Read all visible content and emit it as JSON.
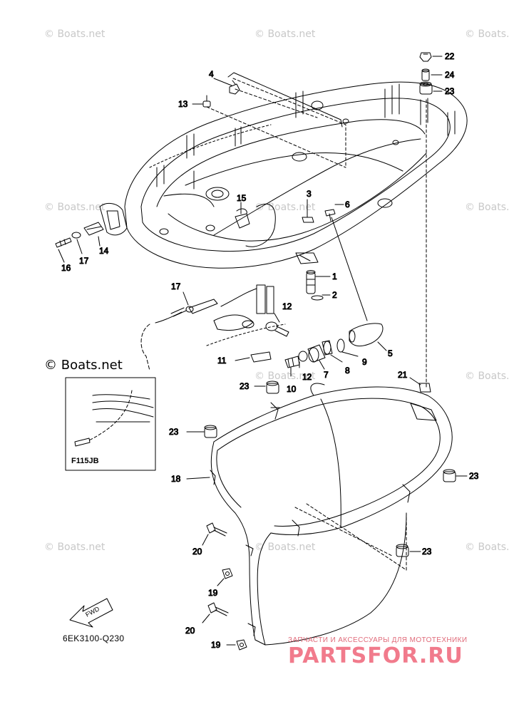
{
  "watermarks": {
    "site": "© Boats.net",
    "site_large": "© Boats.net"
  },
  "part_number": "6EK3100-Q230",
  "inset_label": "F115JB",
  "fwd_label": "FWD",
  "logo": {
    "tagline": "ЗАПЧАСТИ И АКСЕССУАРЫ ДЛЯ МОТОТЕХНИКИ",
    "name": "PARTSFOR.RU"
  },
  "callouts": {
    "c1": "1",
    "c2": "2",
    "c3": "3",
    "c4": "4",
    "c5": "5",
    "c6": "6",
    "c7": "7",
    "c8": "8",
    "c9": "9",
    "c10": "10",
    "c11": "11",
    "c12a": "12",
    "c12b": "12",
    "c13": "13",
    "c14": "14",
    "c15": "15",
    "c16": "16",
    "c17a": "17",
    "c17b": "17",
    "c18": "18",
    "c19a": "19",
    "c19b": "19",
    "c20a": "20",
    "c20b": "20",
    "c21": "21",
    "c22": "22",
    "c23a": "23",
    "c23b": "23",
    "c23c": "23",
    "c23d": "23",
    "c23e": "23",
    "c24": "24"
  },
  "colors": {
    "line": "#000000",
    "watermark": "#c8c8c8",
    "logo": "#f06d80"
  }
}
